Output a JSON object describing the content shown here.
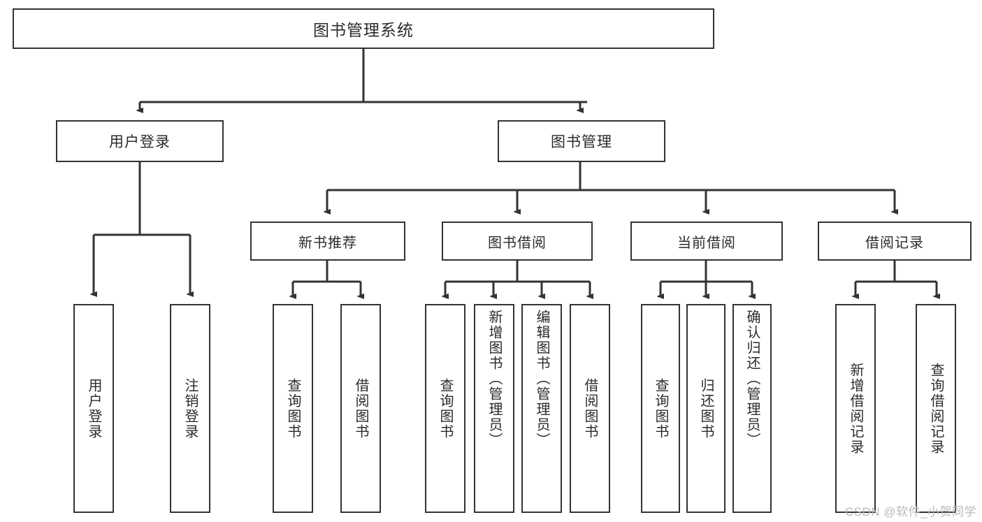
{
  "diagram": {
    "title": "图书管理系统",
    "type": "tree",
    "watermark": "CSDN @软件_小贺同学",
    "colors": {
      "stroke": "#333333",
      "text": "#2b2b2b",
      "background": "#ffffff",
      "watermark": "#b9b9b9"
    },
    "nodes": {
      "root": {
        "label": "图书管理系统"
      },
      "level1": [
        {
          "label": "用户登录"
        },
        {
          "label": "图书管理"
        }
      ],
      "level2": [
        {
          "label": "新书推荐"
        },
        {
          "label": "图书借阅"
        },
        {
          "label": "当前借阅"
        },
        {
          "label": "借阅记录"
        }
      ],
      "user_login_children": [
        {
          "label": "用户登录"
        },
        {
          "label": "注销登录"
        }
      ],
      "new_book_children": [
        {
          "label": "查询图书"
        },
        {
          "label": "借阅图书"
        }
      ],
      "borrow_children": [
        {
          "label": "查询图书"
        },
        {
          "label": "新增图书（管理员）"
        },
        {
          "label": "编辑图书（管理员）"
        },
        {
          "label": "借阅图书"
        }
      ],
      "current_borrow_children": [
        {
          "label": "查询图书"
        },
        {
          "label": "归还图书"
        },
        {
          "label": "确认归还（管理员）"
        }
      ],
      "record_children": [
        {
          "label": "新增借阅记录"
        },
        {
          "label": "查询借阅记录"
        }
      ]
    }
  }
}
